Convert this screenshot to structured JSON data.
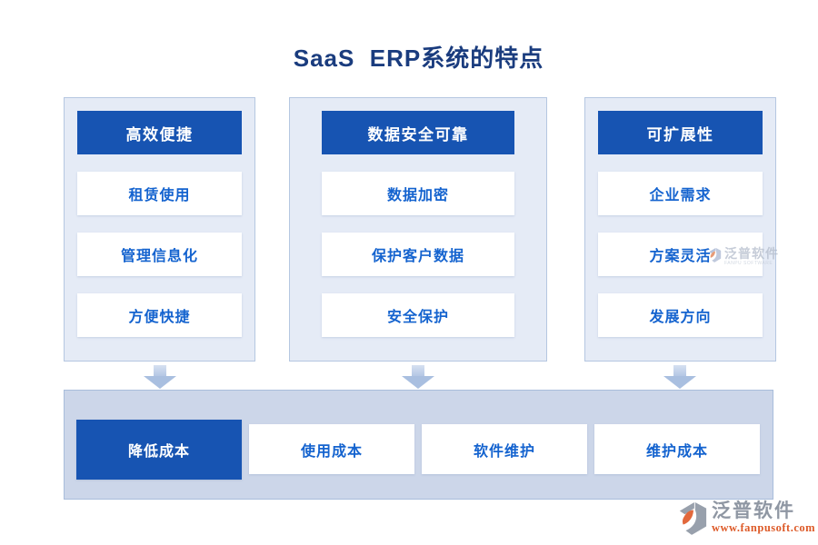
{
  "title": "SaaS  ERP系统的特点",
  "columns": [
    {
      "header": "高效便捷",
      "items": [
        "租赁使用",
        "管理信息化",
        "方便快捷"
      ]
    },
    {
      "header": "数据安全可靠",
      "items": [
        "数据加密",
        "保护客户数据",
        "安全保护"
      ]
    },
    {
      "header": "可扩展性",
      "items": [
        "企业需求",
        "方案灵活",
        "发展方向"
      ]
    }
  ],
  "bottom_row": {
    "highlighted_item": "降低成本",
    "items": [
      "降低成本",
      "使用成本",
      "软件维护",
      "维护成本"
    ]
  },
  "watermark": {
    "text": "泛普软件",
    "subtext": "FANPU SOFTWARE"
  },
  "footer_logo": {
    "brand": "泛普软件",
    "url": "www.fanpusoft.com"
  },
  "colors": {
    "accent_blue": "#1754b2",
    "item_text_blue": "#1463cf",
    "title_navy": "#1a3c7e",
    "column_bg": "#e5ebf6",
    "column_border": "#b5c7e1",
    "panel_bg": "#ccd6e9",
    "panel_border": "#a9bddb",
    "arrow_blue": "#a9bfe0",
    "logo_gray": "#8f97a3",
    "logo_orange": "#dd5a28"
  }
}
